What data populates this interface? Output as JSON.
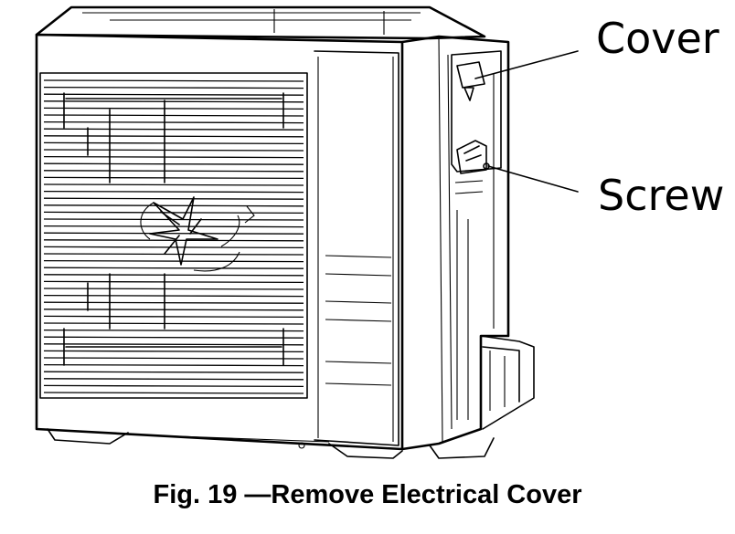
{
  "labels": {
    "cover": "Cover",
    "screw": "Screw"
  },
  "caption": "Fig. 19 —Remove Electrical Cover"
}
